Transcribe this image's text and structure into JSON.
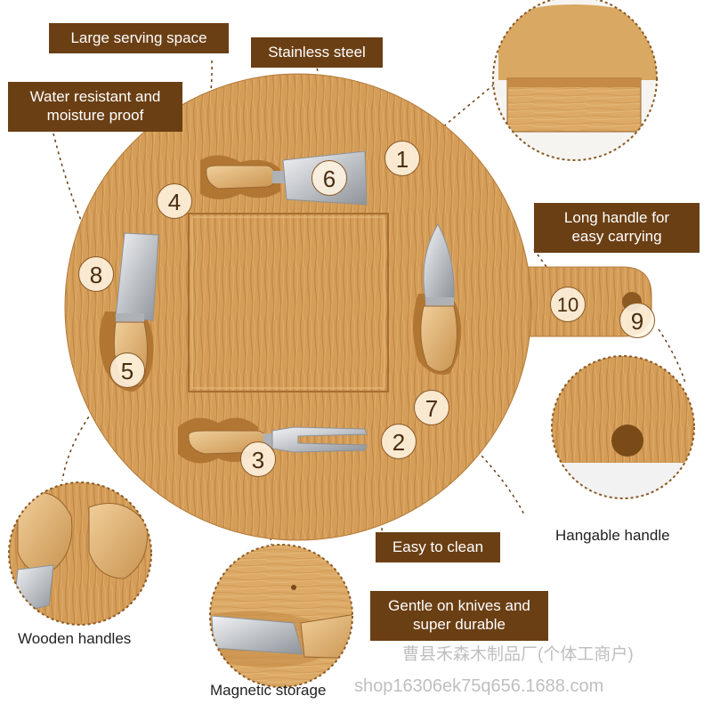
{
  "labels": {
    "large_serving_space": "Large serving space",
    "stainless_steel": "Stainless steel",
    "water_resistant": "Water resistant and moisture proof",
    "long_handle": "Long handle for easy carrying",
    "hangable_handle": "Hangable handle",
    "easy_to_clean": "Easy to clean",
    "gentle_on_knives": "Gentle on knives and super durable",
    "wooden_handles": "Wooden handles",
    "magnetic_storage": "Magnetic storage"
  },
  "markers": [
    "1",
    "2",
    "3",
    "4",
    "5",
    "6",
    "7",
    "8",
    "9",
    "10"
  ],
  "watermark": {
    "line1": "曹县禾森木制品厂(个体工商户)",
    "line2": "shop16306ek75q656.1688.com"
  },
  "colors": {
    "label_bg": "#6b3f14",
    "wood_light": "#e3b877",
    "wood_mid": "#d4a05a",
    "wood_dark": "#b87d3c",
    "steel": "#c9ccd0"
  }
}
